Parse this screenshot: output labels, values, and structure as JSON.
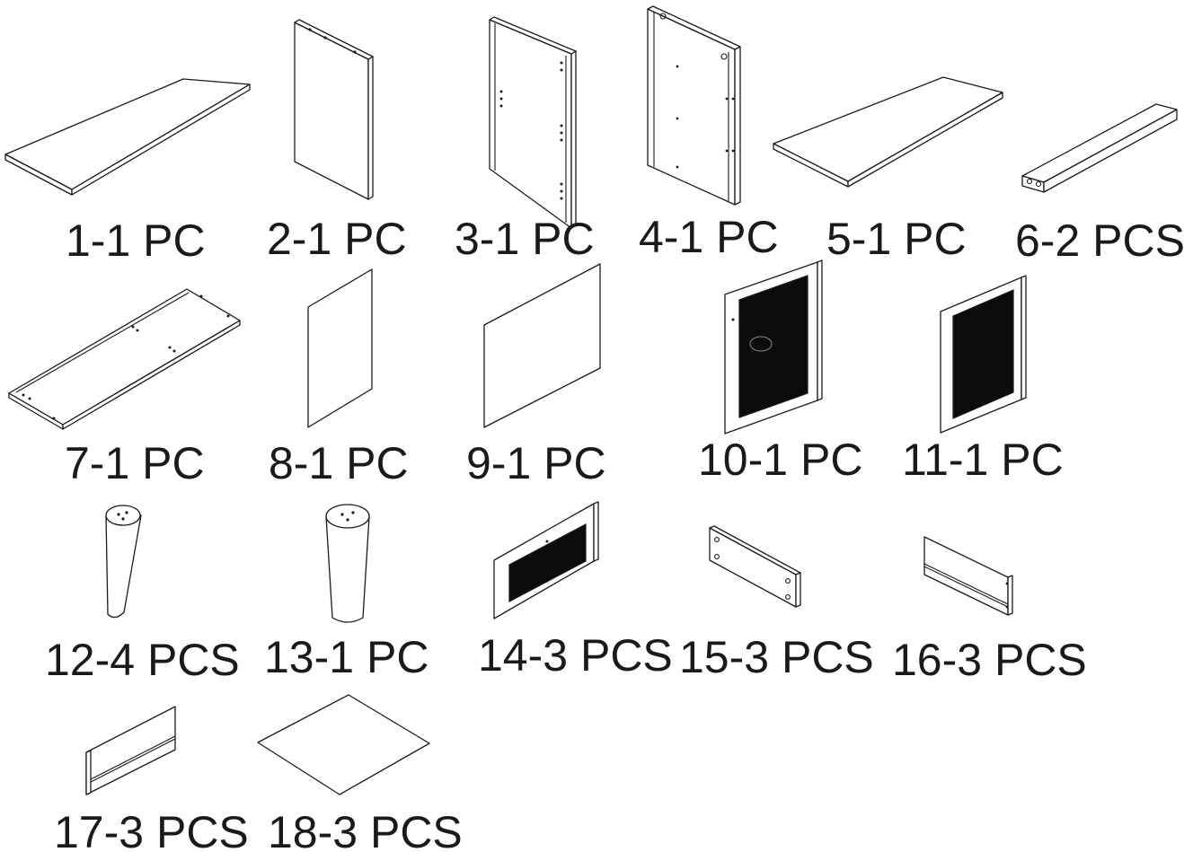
{
  "parts": [
    {
      "id": "part-1",
      "label": "1-1 PC"
    },
    {
      "id": "part-2",
      "label": "2-1 PC"
    },
    {
      "id": "part-3",
      "label": "3-1 PC"
    },
    {
      "id": "part-4",
      "label": "4-1 PC"
    },
    {
      "id": "part-5",
      "label": "5-1 PC"
    },
    {
      "id": "part-6",
      "label": "6-2 PCS"
    },
    {
      "id": "part-7",
      "label": "7-1 PC"
    },
    {
      "id": "part-8",
      "label": "8-1 PC"
    },
    {
      "id": "part-9",
      "label": "9-1 PC"
    },
    {
      "id": "part-10",
      "label": "10-1 PC"
    },
    {
      "id": "part-11",
      "label": "11-1 PC"
    },
    {
      "id": "part-12",
      "label": "12-4 PCS"
    },
    {
      "id": "part-13",
      "label": "13-1 PC"
    },
    {
      "id": "part-14",
      "label": "14-3 PCS"
    },
    {
      "id": "part-15",
      "label": "15-3 PCS"
    },
    {
      "id": "part-16",
      "label": "16-3 PCS"
    },
    {
      "id": "part-17",
      "label": "17-3 PCS"
    },
    {
      "id": "part-18",
      "label": "18-3 PCS"
    }
  ]
}
